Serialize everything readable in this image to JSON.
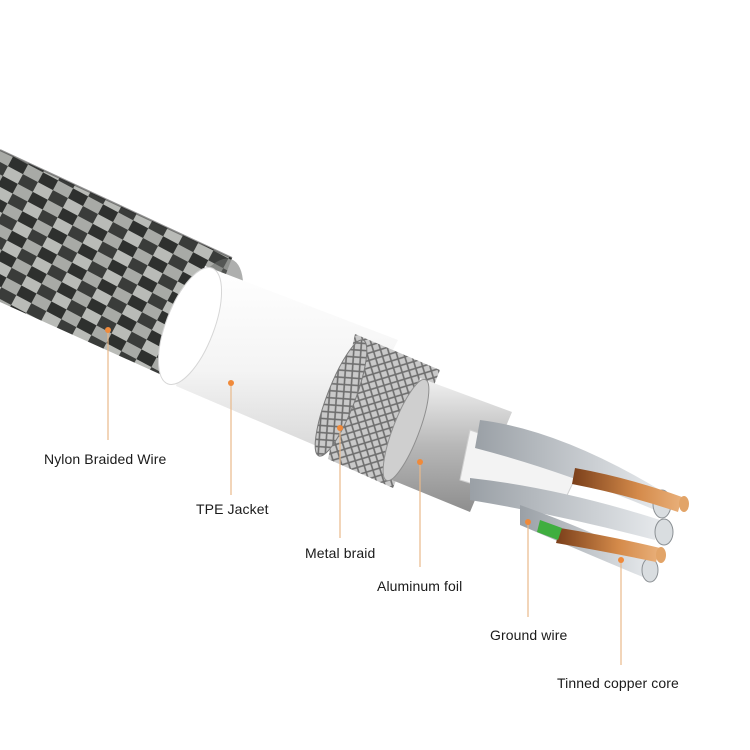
{
  "labels": {
    "nylon_braided_wire": "Nylon Braided Wire",
    "tpe_jacket": "TPE Jacket",
    "metal_braid": "Metal braid",
    "aluminum_foil": "Aluminum foil",
    "ground_wire": "Ground wire",
    "tinned_copper_core": "Tinned copper core"
  },
  "colors": {
    "leader_line": "#e8b98a",
    "leader_dot": "#f08a3a",
    "copper": "#c8783a",
    "ground_green": "#3fae3f"
  }
}
